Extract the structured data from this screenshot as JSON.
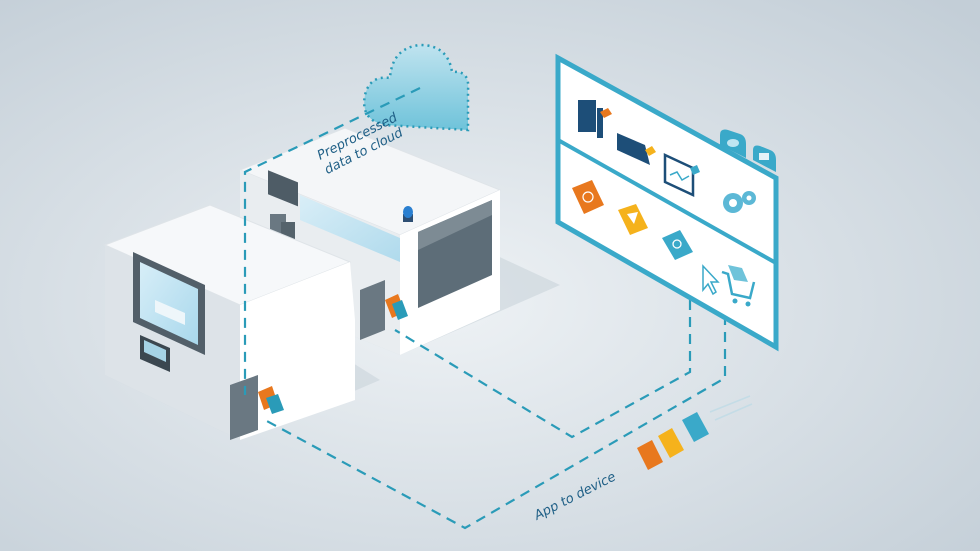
{
  "labels": {
    "cloud_flow": [
      "Preprocessed",
      "data to cloud"
    ],
    "device_flow": "App to device"
  },
  "colors": {
    "accent": "#2a9bb8",
    "orange": "#e8781e",
    "yellow": "#f5b21c",
    "navy": "#1d4e78",
    "background": "#d9e1e7"
  },
  "icons": [
    "cloud-icon",
    "laptop-icon",
    "controller-icon",
    "machine-icon",
    "chart-monitor-icon",
    "gears-icon",
    "brain-app-icon",
    "funnel-app-icon",
    "magnifier-app-icon",
    "cursor-icon",
    "cart-icon",
    "beacon-light-icon"
  ]
}
